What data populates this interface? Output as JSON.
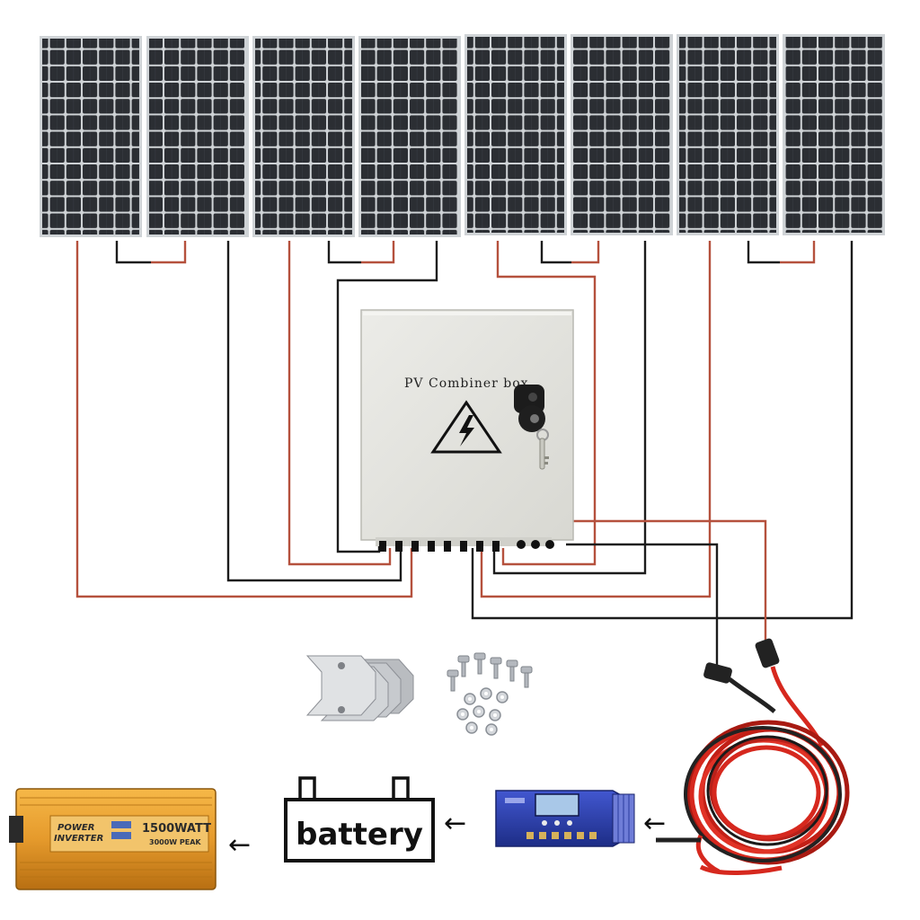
{
  "combiner_box": {
    "title": "PV Combiner box",
    "hazard_icon": "high-voltage-warning-icon",
    "lock_icon": "key-lock-icon"
  },
  "battery": {
    "label": "battery"
  },
  "inverter": {
    "brand_line1": "POWER",
    "brand_line2": "INVERTER",
    "rating": "1500WATT",
    "peak": "3000W PEAK"
  },
  "flow_arrows": {
    "glyph": "←"
  },
  "colors": {
    "wire_positive": "#b5513d",
    "wire_negative": "#1c1c1c",
    "cable_red": "#d6281e",
    "inverter_orange": "#e59a2c",
    "controller_blue": "#2f45b8",
    "box_gray": "#e4e4df"
  }
}
